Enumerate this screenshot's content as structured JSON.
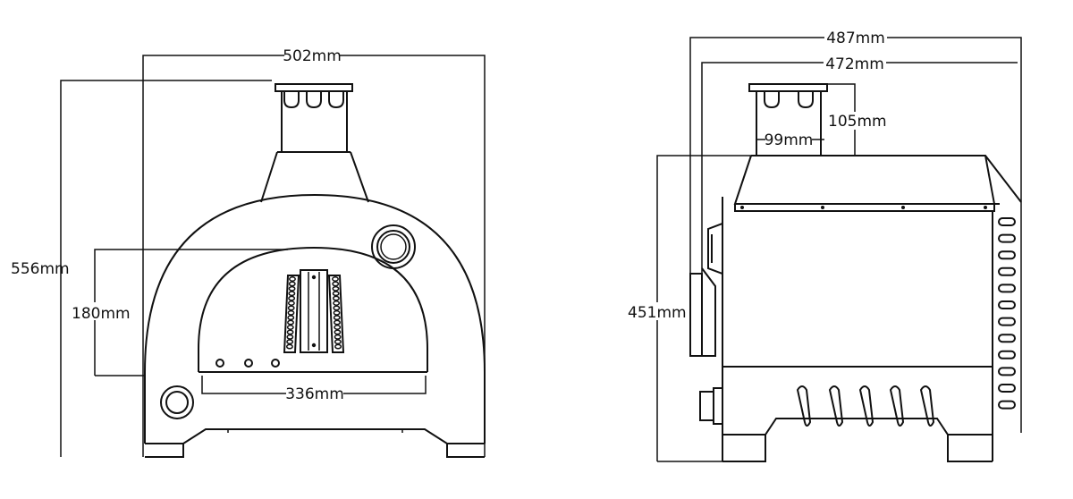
{
  "front_view": {
    "width": "502mm",
    "height": "556mm",
    "mouth_height": "180mm",
    "mouth_width": "336mm"
  },
  "side_view": {
    "depth_overall": "487mm",
    "depth_body": "472mm",
    "chimney_height": "105mm",
    "chimney_diameter": "99mm",
    "height": "451mm"
  },
  "colors": {
    "line": "#111111",
    "background": "#ffffff"
  }
}
